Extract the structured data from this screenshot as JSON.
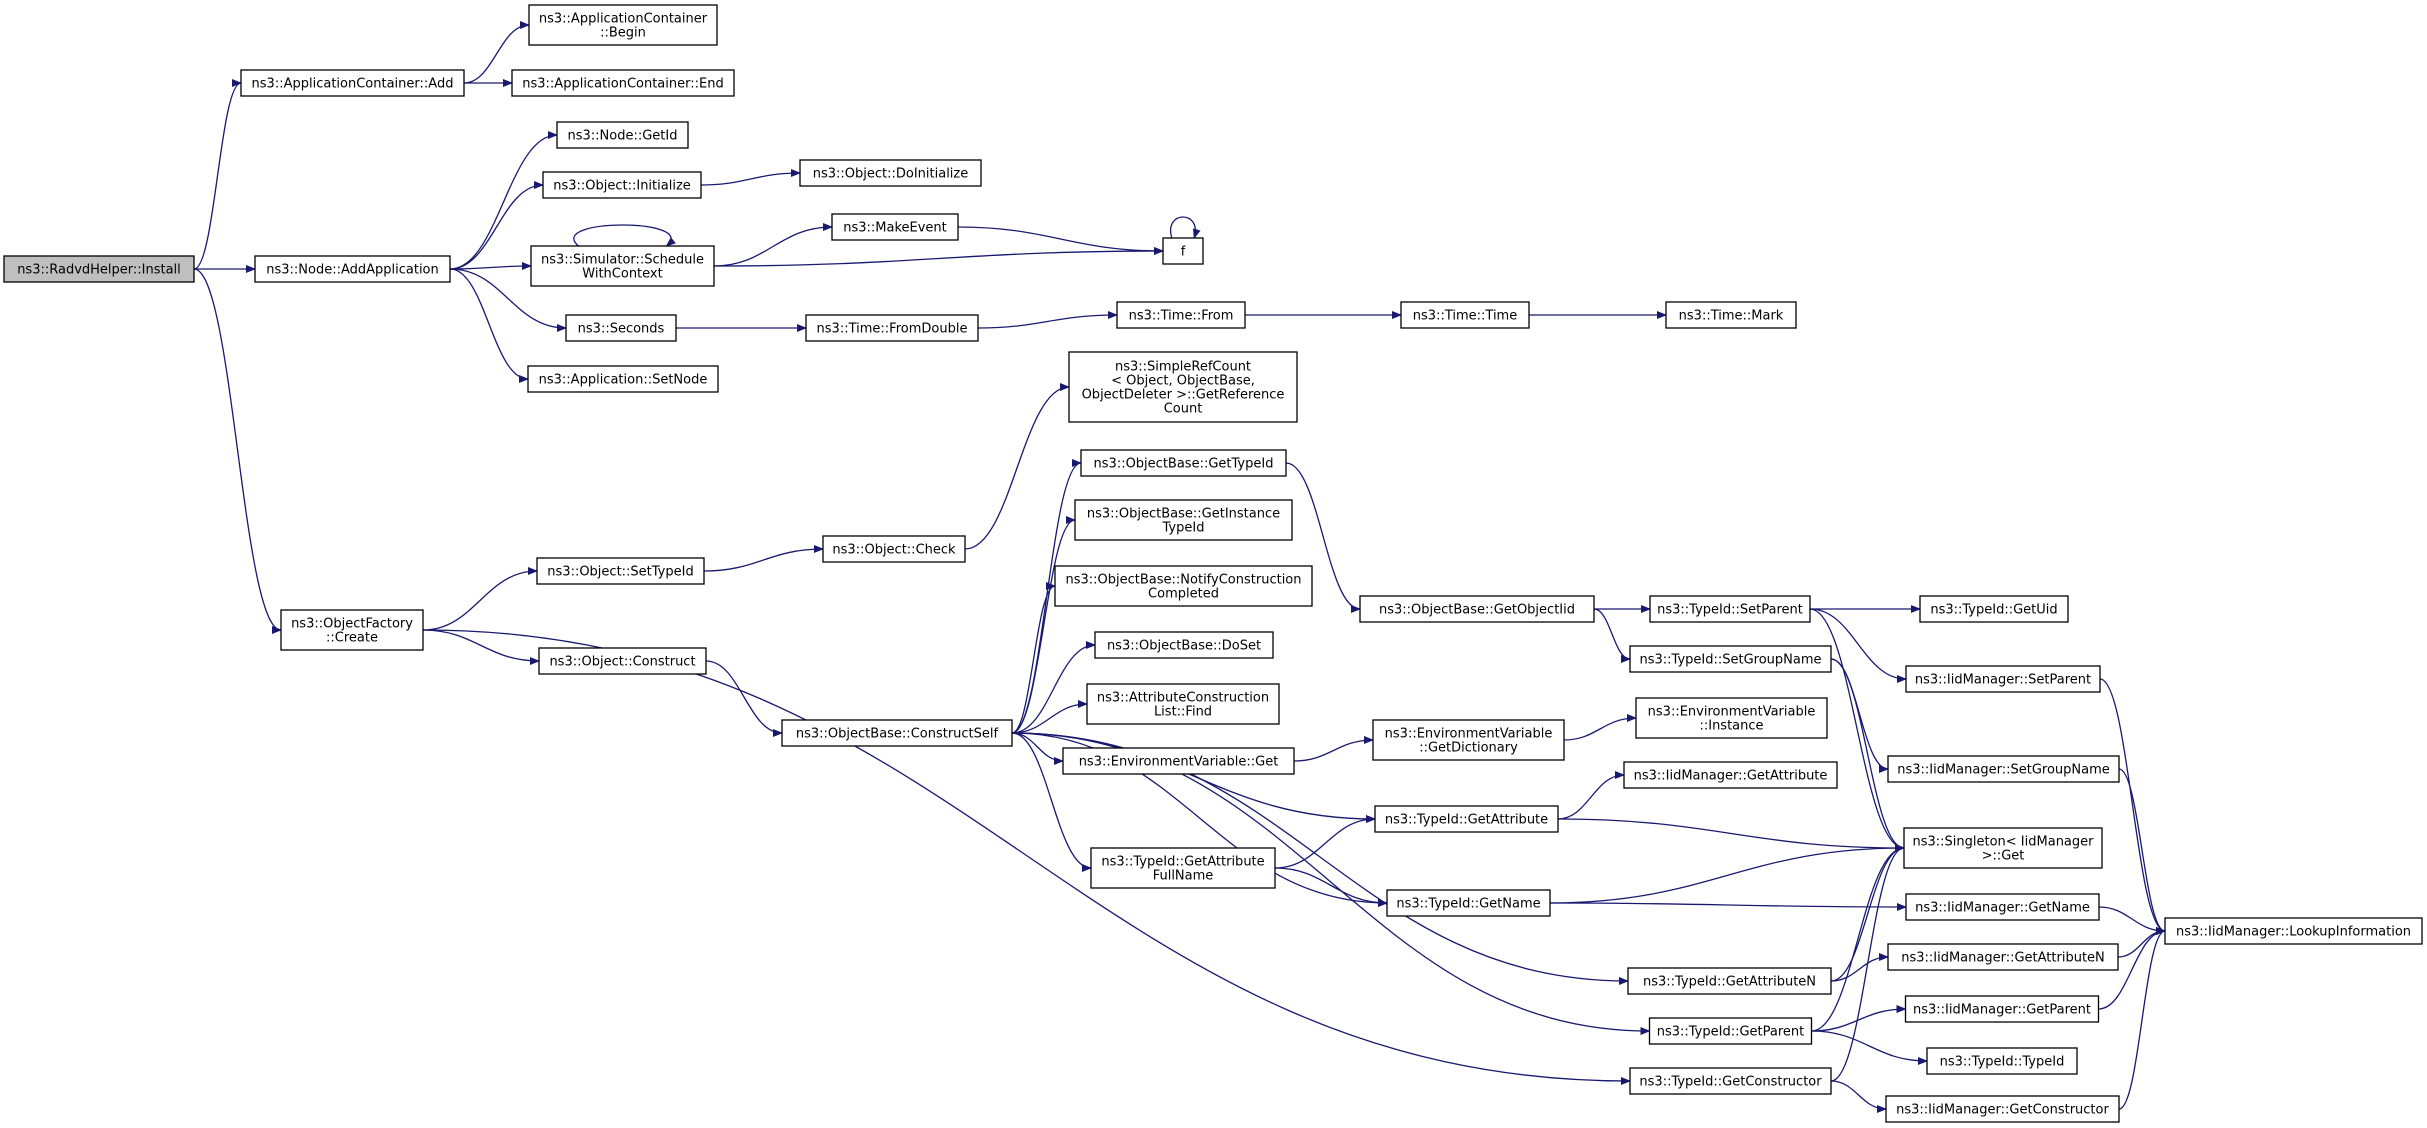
{
  "nodes": {
    "n_install": [
      "ns3::RadvdHelper::Install"
    ],
    "n_appc_add": [
      "ns3::ApplicationContainer::Add"
    ],
    "n_appc_begin": [
      "ns3::ApplicationContainer",
      "::Begin"
    ],
    "n_appc_end": [
      "ns3::ApplicationContainer::End"
    ],
    "n_node_addapp": [
      "ns3::Node::AddApplication"
    ],
    "n_node_getid": [
      "ns3::Node::GetId"
    ],
    "n_obj_init": [
      "ns3::Object::Initialize"
    ],
    "n_obj_doinit": [
      "ns3::Object::DoInitialize"
    ],
    "n_sim_sched": [
      "ns3::Simulator::Schedule",
      "WithContext"
    ],
    "n_makeevent": [
      "ns3::MakeEvent"
    ],
    "n_f": [
      "f"
    ],
    "n_seconds": [
      "ns3::Seconds"
    ],
    "n_time_fromdouble": [
      "ns3::Time::FromDouble"
    ],
    "n_time_from": [
      "ns3::Time::From"
    ],
    "n_time_time": [
      "ns3::Time::Time"
    ],
    "n_time_mark": [
      "ns3::Time::Mark"
    ],
    "n_app_setnode": [
      "ns3::Application::SetNode"
    ],
    "n_simplerefcount": [
      "ns3::SimpleRefCount",
      "< Object, ObjectBase,",
      "ObjectDeleter >::GetReference",
      "Count"
    ],
    "n_ob_gettypeid": [
      "ns3::ObjectBase::GetTypeId"
    ],
    "n_ob_getinsttypeid": [
      "ns3::ObjectBase::GetInstance",
      "TypeId"
    ],
    "n_ob_notify": [
      "ns3::ObjectBase::NotifyConstruction",
      "Completed"
    ],
    "n_ob_doset": [
      "ns3::ObjectBase::DoSet"
    ],
    "n_attrconstr_find": [
      "ns3::AttributeConstruction",
      "List::Find"
    ],
    "n_envvar_get": [
      "ns3::EnvironmentVariable::Get"
    ],
    "n_envvar_getdict": [
      "ns3::EnvironmentVariable",
      "::GetDictionary"
    ],
    "n_envvar_instance": [
      "ns3::EnvironmentVariable",
      "::Instance"
    ],
    "n_objfactory_create": [
      "ns3::ObjectFactory",
      "::Create"
    ],
    "n_obj_settypeid": [
      "ns3::Object::SetTypeId"
    ],
    "n_obj_check": [
      "ns3::Object::Check"
    ],
    "n_obj_construct": [
      "ns3::Object::Construct"
    ],
    "n_ob_constructself": [
      "ns3::ObjectBase::ConstructSelf"
    ],
    "n_ob_getobjecttid": [
      "ns3::ObjectBase::GetObjectIid"
    ],
    "n_tid_setparent": [
      "ns3::TypeId::SetParent"
    ],
    "n_tid_getuid": [
      "ns3::TypeId::GetUid"
    ],
    "n_tid_setgroupname": [
      "ns3::TypeId::SetGroupName"
    ],
    "n_iid_setparent": [
      "ns3::IidManager::SetParent"
    ],
    "n_iid_setgroupname": [
      "ns3::IidManager::SetGroupName"
    ],
    "n_iid_getattribute": [
      "ns3::IidManager::GetAttribute"
    ],
    "n_tid_getattribute": [
      "ns3::TypeId::GetAttribute"
    ],
    "n_singleton_get": [
      "ns3::Singleton< IidManager",
      ">::Get"
    ],
    "n_tid_getattrfullname": [
      "ns3::TypeId::GetAttribute",
      "FullName"
    ],
    "n_tid_getname": [
      "ns3::TypeId::GetName"
    ],
    "n_iid_getname": [
      "ns3::IidManager::GetName"
    ],
    "n_iid_lookup": [
      "ns3::IidManager::LookupInformation"
    ],
    "n_tid_getattributen": [
      "ns3::TypeId::GetAttributeN"
    ],
    "n_iid_getattributen": [
      "ns3::IidManager::GetAttributeN"
    ],
    "n_tid_getparent": [
      "ns3::TypeId::GetParent"
    ],
    "n_iid_getparent": [
      "ns3::IidManager::GetParent"
    ],
    "n_tid_typeid": [
      "ns3::TypeId::TypeId"
    ],
    "n_tid_getconstructor": [
      "ns3::TypeId::GetConstructor"
    ],
    "n_iid_getconstructor": [
      "ns3::IidManager::GetConstructor"
    ]
  },
  "edges": [
    [
      "n_install",
      "n_appc_add"
    ],
    [
      "n_install",
      "n_node_addapp"
    ],
    [
      "n_install",
      "n_objfactory_create"
    ],
    [
      "n_appc_add",
      "n_appc_begin"
    ],
    [
      "n_appc_add",
      "n_appc_end"
    ],
    [
      "n_node_addapp",
      "n_node_getid"
    ],
    [
      "n_node_addapp",
      "n_obj_init"
    ],
    [
      "n_node_addapp",
      "n_sim_sched"
    ],
    [
      "n_node_addapp",
      "n_seconds"
    ],
    [
      "n_node_addapp",
      "n_app_setnode"
    ],
    [
      "n_obj_init",
      "n_obj_doinit"
    ],
    [
      "n_sim_sched",
      "n_sim_sched"
    ],
    [
      "n_sim_sched",
      "n_makeevent"
    ],
    [
      "n_sim_sched",
      "n_f"
    ],
    [
      "n_makeevent",
      "n_f"
    ],
    [
      "n_f",
      "n_f"
    ],
    [
      "n_seconds",
      "n_time_fromdouble"
    ],
    [
      "n_time_fromdouble",
      "n_time_from"
    ],
    [
      "n_time_from",
      "n_time_time"
    ],
    [
      "n_time_time",
      "n_time_mark"
    ],
    [
      "n_objfactory_create",
      "n_obj_settypeid"
    ],
    [
      "n_objfactory_create",
      "n_obj_construct"
    ],
    [
      "n_objfactory_create",
      "n_tid_getconstructor"
    ],
    [
      "n_obj_settypeid",
      "n_obj_check"
    ],
    [
      "n_obj_check",
      "n_simplerefcount"
    ],
    [
      "n_obj_construct",
      "n_ob_constructself"
    ],
    [
      "n_ob_constructself",
      "n_ob_gettypeid"
    ],
    [
      "n_ob_constructself",
      "n_ob_getinsttypeid"
    ],
    [
      "n_ob_constructself",
      "n_ob_notify"
    ],
    [
      "n_ob_constructself",
      "n_ob_doset"
    ],
    [
      "n_ob_constructself",
      "n_attrconstr_find"
    ],
    [
      "n_ob_constructself",
      "n_envvar_get"
    ],
    [
      "n_ob_constructself",
      "n_tid_getattribute"
    ],
    [
      "n_ob_constructself",
      "n_tid_getattrfullname"
    ],
    [
      "n_ob_constructself",
      "n_tid_getname"
    ],
    [
      "n_ob_constructself",
      "n_tid_getattributen"
    ],
    [
      "n_ob_constructself",
      "n_tid_getparent"
    ],
    [
      "n_ob_gettypeid",
      "n_ob_getobjecttid"
    ],
    [
      "n_envvar_get",
      "n_envvar_getdict"
    ],
    [
      "n_envvar_getdict",
      "n_envvar_instance"
    ],
    [
      "n_ob_getobjecttid",
      "n_tid_setparent"
    ],
    [
      "n_ob_getobjecttid",
      "n_tid_setgroupname"
    ],
    [
      "n_tid_setparent",
      "n_tid_getuid"
    ],
    [
      "n_tid_setparent",
      "n_iid_setparent"
    ],
    [
      "n_tid_setparent",
      "n_singleton_get"
    ],
    [
      "n_tid_setgroupname",
      "n_iid_setgroupname"
    ],
    [
      "n_tid_setgroupname",
      "n_singleton_get"
    ],
    [
      "n_iid_setparent",
      "n_iid_lookup"
    ],
    [
      "n_iid_setgroupname",
      "n_iid_lookup"
    ],
    [
      "n_tid_getattribute",
      "n_iid_getattribute"
    ],
    [
      "n_tid_getattribute",
      "n_singleton_get"
    ],
    [
      "n_tid_getattrfullname",
      "n_tid_getattribute"
    ],
    [
      "n_tid_getattrfullname",
      "n_tid_getname"
    ],
    [
      "n_tid_getname",
      "n_singleton_get"
    ],
    [
      "n_tid_getname",
      "n_iid_getname"
    ],
    [
      "n_iid_getname",
      "n_iid_lookup"
    ],
    [
      "n_tid_getattributen",
      "n_singleton_get"
    ],
    [
      "n_tid_getattributen",
      "n_iid_getattributen"
    ],
    [
      "n_iid_getattributen",
      "n_iid_lookup"
    ],
    [
      "n_tid_getparent",
      "n_singleton_get"
    ],
    [
      "n_tid_getparent",
      "n_iid_getparent"
    ],
    [
      "n_tid_getparent",
      "n_tid_typeid"
    ],
    [
      "n_iid_getparent",
      "n_iid_lookup"
    ],
    [
      "n_tid_getconstructor",
      "n_singleton_get"
    ],
    [
      "n_tid_getconstructor",
      "n_iid_getconstructor"
    ],
    [
      "n_iid_getconstructor",
      "n_iid_lookup"
    ]
  ],
  "colors": {
    "edge": "#191970",
    "root_fill": "#bfbfbf",
    "node_fill": "#ffffff",
    "node_stroke": "#000000"
  }
}
